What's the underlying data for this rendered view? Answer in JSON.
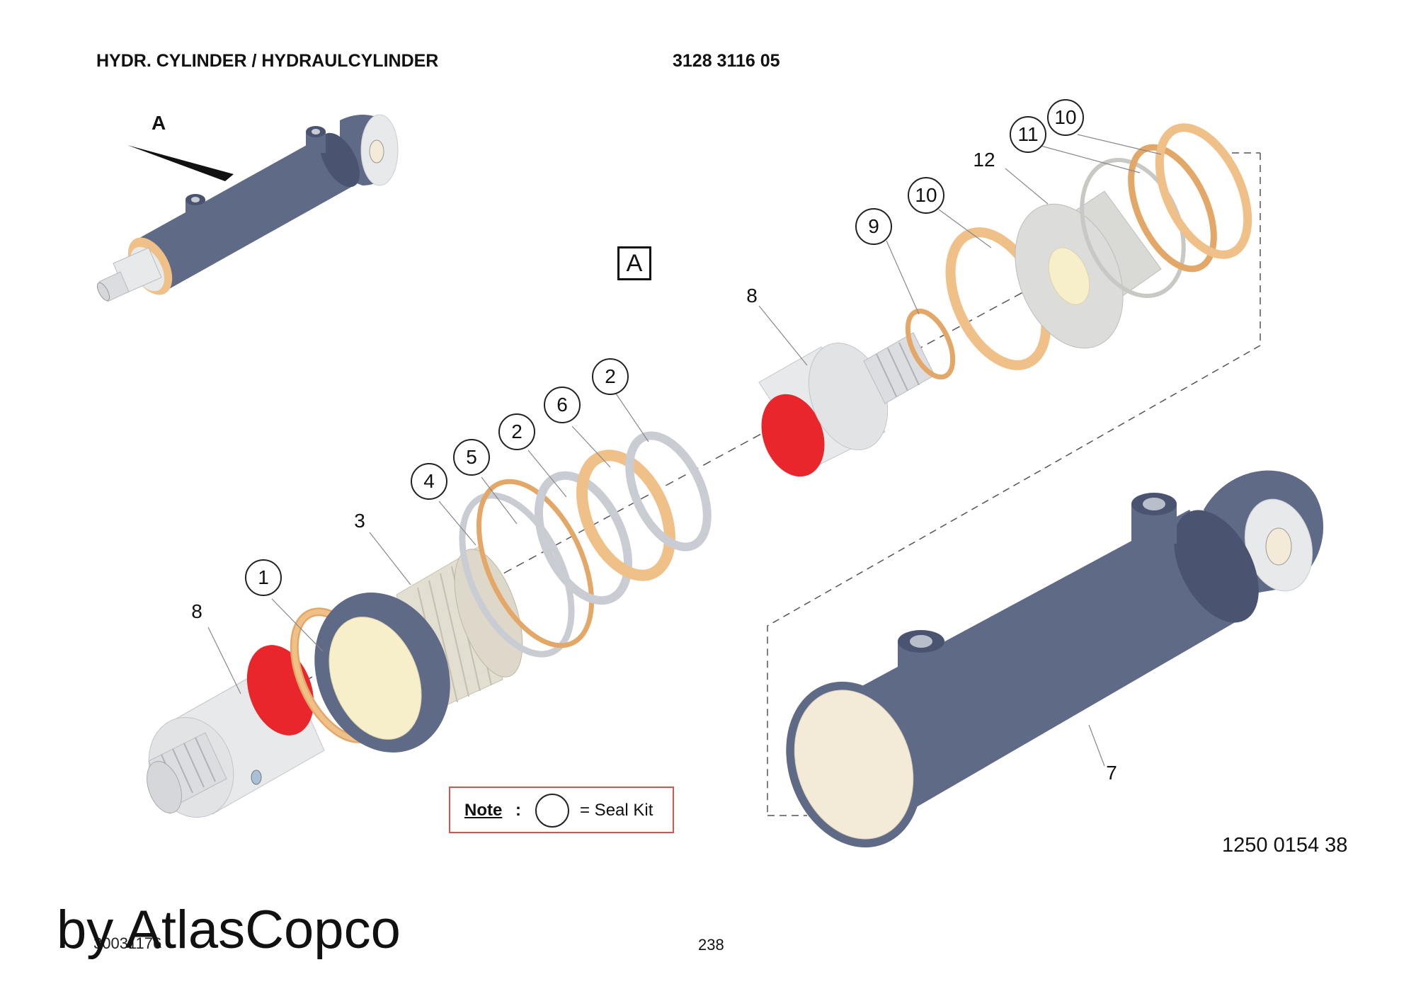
{
  "header": {
    "title": "HYDR. CYLINDER / HYDRAULCYLINDER",
    "part_number": "3128 3116 05"
  },
  "detail": {
    "pointer_letter": "A",
    "box_letter": "A"
  },
  "callouts": [
    {
      "id": "c10a",
      "label": "10",
      "circled": true
    },
    {
      "id": "c11",
      "label": "11",
      "circled": true
    },
    {
      "id": "c12",
      "label": "12",
      "circled": false
    },
    {
      "id": "c10b",
      "label": "10",
      "circled": true
    },
    {
      "id": "c9",
      "label": "9",
      "circled": true
    },
    {
      "id": "c8a",
      "label": "8",
      "circled": false
    },
    {
      "id": "c2a",
      "label": "2",
      "circled": true
    },
    {
      "id": "c6",
      "label": "6",
      "circled": true
    },
    {
      "id": "c2b",
      "label": "2",
      "circled": true
    },
    {
      "id": "c5",
      "label": "5",
      "circled": true
    },
    {
      "id": "c4",
      "label": "4",
      "circled": true
    },
    {
      "id": "c3",
      "label": "3",
      "circled": false
    },
    {
      "id": "c1",
      "label": "1",
      "circled": true
    },
    {
      "id": "c8b",
      "label": "8",
      "circled": false
    },
    {
      "id": "c7",
      "label": "7",
      "circled": false
    }
  ],
  "note": {
    "label": "Note",
    "colon": ":",
    "text": "= Seal Kit"
  },
  "drawing_number": "1250 0154 38",
  "footer": {
    "doc_code": "30031176",
    "page": "238",
    "watermark": "by AtlasCopco"
  },
  "colors": {
    "body": "#5f6a86",
    "body_dark": "#4a5470",
    "seal": "#f0c089",
    "seal_edge": "#e3a867",
    "ring": "#c9cdd3",
    "metal": "#e8e9ea",
    "bore": "#f3ead8",
    "red": "#e8262b",
    "note_border": "#d9534f"
  }
}
